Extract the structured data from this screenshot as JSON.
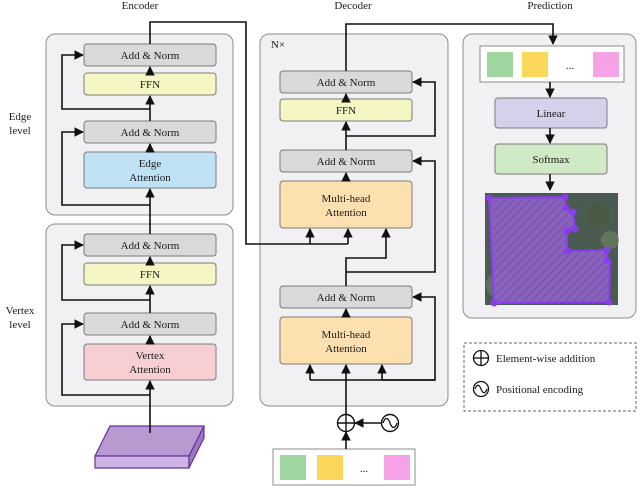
{
  "titles": {
    "encoder": "Encoder",
    "decoder": "Decoder",
    "prediction": "Prediction"
  },
  "level_labels": {
    "edge_line1": "Edge",
    "edge_line2": "level",
    "vertex_line1": "Vertex",
    "vertex_line2": "level"
  },
  "repeat_label": "N×",
  "blocks": {
    "add_norm": "Add & Norm",
    "ffn": "FFN",
    "edge_attention_line1": "Edge",
    "edge_attention_line2": "Attention",
    "vertex_attention_line1": "Vertex",
    "vertex_attention_line2": "Attention",
    "multihead_line1": "Multi-head",
    "multihead_line2": "Attention",
    "linear": "Linear",
    "softmax": "Softmax"
  },
  "token_ellipsis": "...",
  "legend": {
    "addition": "Element-wise addition",
    "positional": "Positional encoding"
  },
  "colors": {
    "panel": "#f1f1f3",
    "add_norm": "#d9d9d9",
    "ffn": "#f5f6c4",
    "edge_attention": "#bfe3f5",
    "vertex_attention": "#f7cfd3",
    "multihead_attention": "#fde0b0",
    "linear": "#d4d1ea",
    "softmax": "#d1eac6",
    "token_green": "#9fd59f",
    "token_yellow": "#fbd85a",
    "token_pink": "#f5a3e6",
    "feature_map": "#b69ad0",
    "polygon": "#8a3cf0",
    "aerial": "#52655a"
  }
}
